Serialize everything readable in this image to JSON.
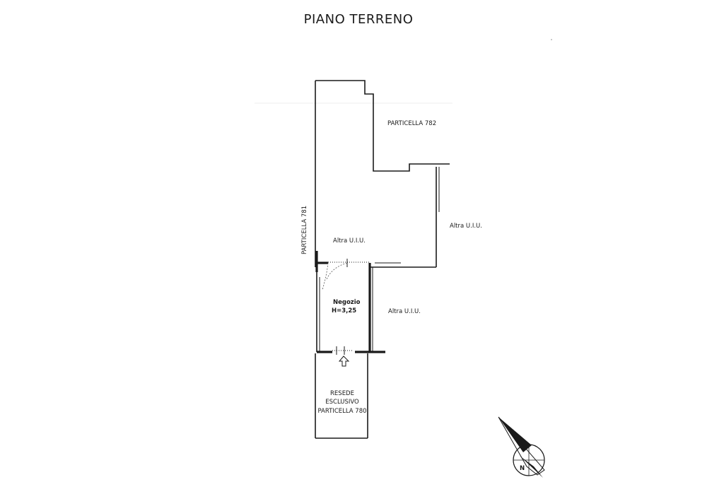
{
  "title": "PIANO TERRENO",
  "labels": {
    "particella_782": "PARTICELLA 782",
    "particella_781": "PARTICELLA 781",
    "altra_uiu_upper_left": "Altra U.I.U.",
    "altra_uiu_right": "Altra U.I.U.",
    "altra_uiu_lower": "Altra U.I.U.",
    "negozio": "Negozio",
    "height": "H=3,25",
    "resede_line1": "RESEDE",
    "resede_line2": "ESCLUSIVO",
    "resede_line3": "PARTICELLA 780"
  },
  "icons": {
    "entrance": "entrance-arrow-icon",
    "north": "north-arrow-icon"
  }
}
